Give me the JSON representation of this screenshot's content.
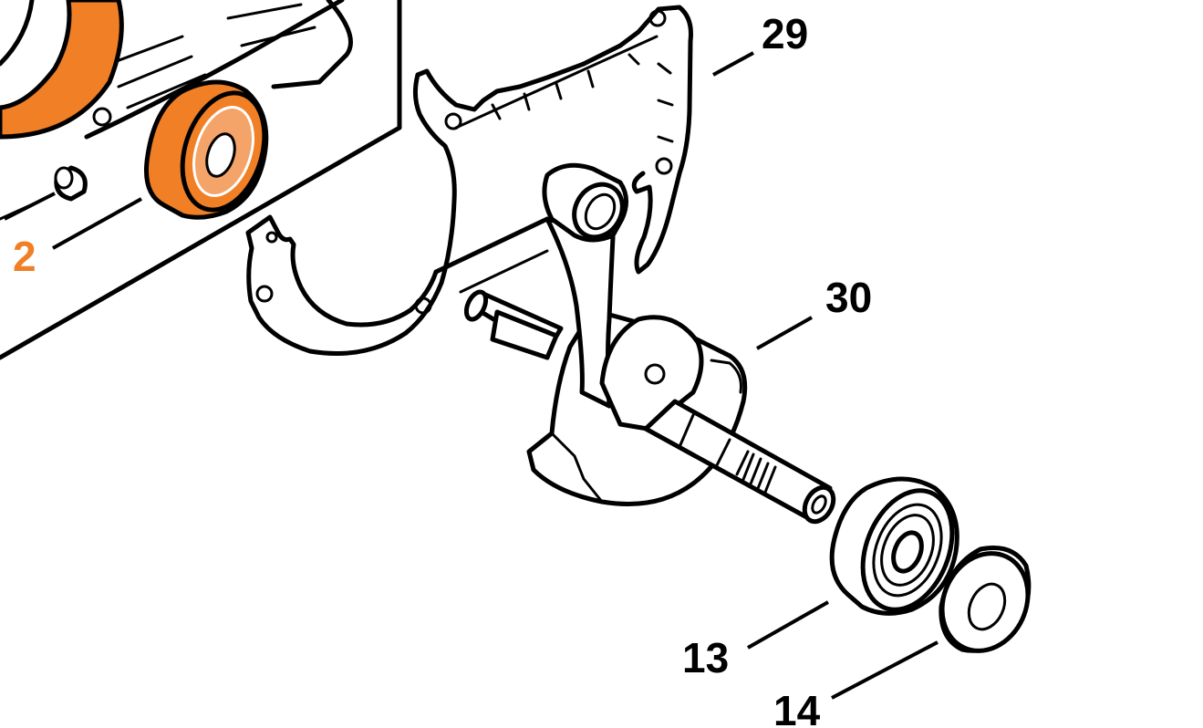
{
  "colors": {
    "highlight": "#f07f25",
    "ink": "#000000",
    "background": "#ffffff"
  },
  "callouts": [
    {
      "id": "2",
      "label": "2",
      "highlighted": true
    },
    {
      "id": "29",
      "label": "29",
      "highlighted": false
    },
    {
      "id": "30",
      "label": "30",
      "highlighted": false
    },
    {
      "id": "13",
      "label": "13",
      "highlighted": false
    },
    {
      "id": "14",
      "label": "14",
      "highlighted": false
    }
  ]
}
